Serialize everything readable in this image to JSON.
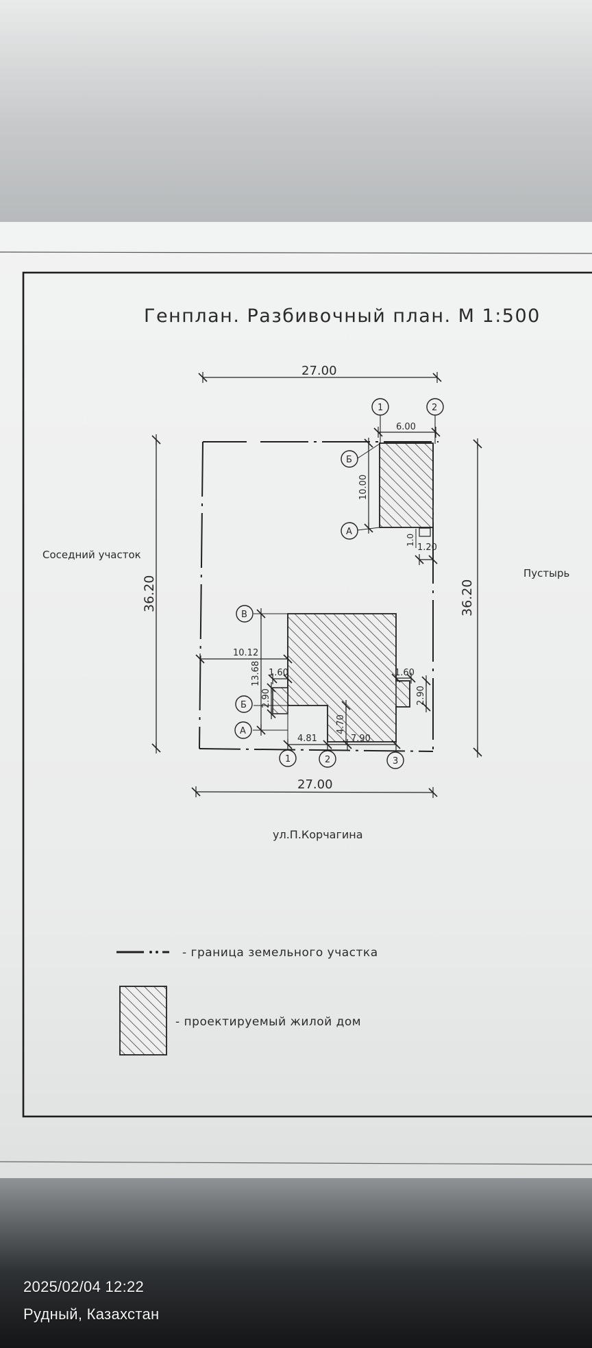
{
  "title": "Генплан. Разбивочный план. М 1:500",
  "labels": {
    "left": "Соседний участок",
    "right": "Пустырь",
    "street": "ул.П.Корчагина"
  },
  "dimensions": {
    "top_width": "27.00",
    "bottom_width": "27.00",
    "left_height": "36.20",
    "right_height": "36.20",
    "upper_house_width": "6.00",
    "upper_house_height": "10.00",
    "upper_offset_small": "1.0",
    "upper_offset_right": "1.20",
    "main_left_offset": "10.12",
    "main_height": "13.68",
    "left_notch_width": "1.60",
    "left_notch_height": "2.90",
    "right_porch_width": "1.60",
    "right_porch_height": "2.90",
    "bottom_left_segment": "4.81",
    "bottom_right_segment": "7.90",
    "notch_depth": "4.70"
  },
  "axes": {
    "upper_1": "1",
    "upper_2": "2",
    "upper_B": "Б",
    "upper_A": "А",
    "lower_V": "В",
    "lower_B": "Б",
    "lower_A": "А",
    "lower_1": "1",
    "lower_2": "2",
    "lower_3": "3"
  },
  "legend": {
    "boundary": "- граница земельного участка",
    "house": "- проектируемый жилой дом"
  },
  "photo_stamp": {
    "datetime": "2025/02/04 12:22",
    "location": "Рудный, Казахстан"
  }
}
